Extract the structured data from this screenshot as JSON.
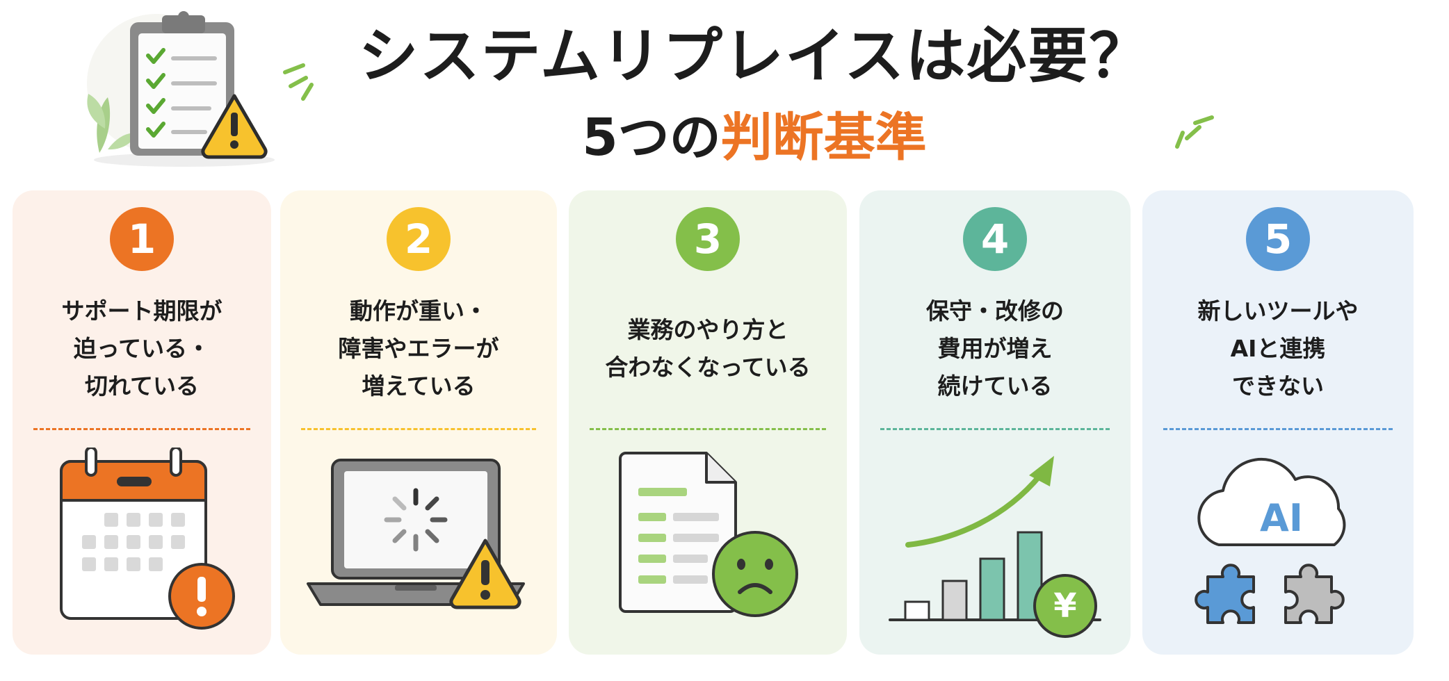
{
  "header": {
    "title": "システムリプレイスは必要？",
    "subtitle_prefix": "5つの",
    "subtitle_accent": "判断基準"
  },
  "colors": {
    "orange": "#ec7424",
    "yellow": "#f7c22d",
    "green": "#84bf4a",
    "teal": "#5db59a",
    "blue": "#5a9ad6"
  },
  "criteria": [
    {
      "number": "1",
      "lines": [
        "サポート期限が",
        "迫っている・",
        "切れている"
      ],
      "icon": "calendar-warning-icon"
    },
    {
      "number": "2",
      "lines": [
        "動作が重い・",
        "障害やエラーが",
        "増えている"
      ],
      "icon": "laptop-loading-warning-icon"
    },
    {
      "number": "3",
      "lines": [
        "業務のやり方と",
        "合わなくなっている"
      ],
      "icon": "document-sad-face-icon"
    },
    {
      "number": "4",
      "lines": [
        "保守・改修の",
        "費用が増え",
        "続けている"
      ],
      "icon": "cost-growth-chart-icon"
    },
    {
      "number": "5",
      "lines": [
        "新しいツールや",
        "AIと連携",
        "できない"
      ],
      "icon": "ai-cloud-puzzle-icon"
    }
  ],
  "icons": {
    "yen_symbol": "¥",
    "ai_label": "AI"
  }
}
